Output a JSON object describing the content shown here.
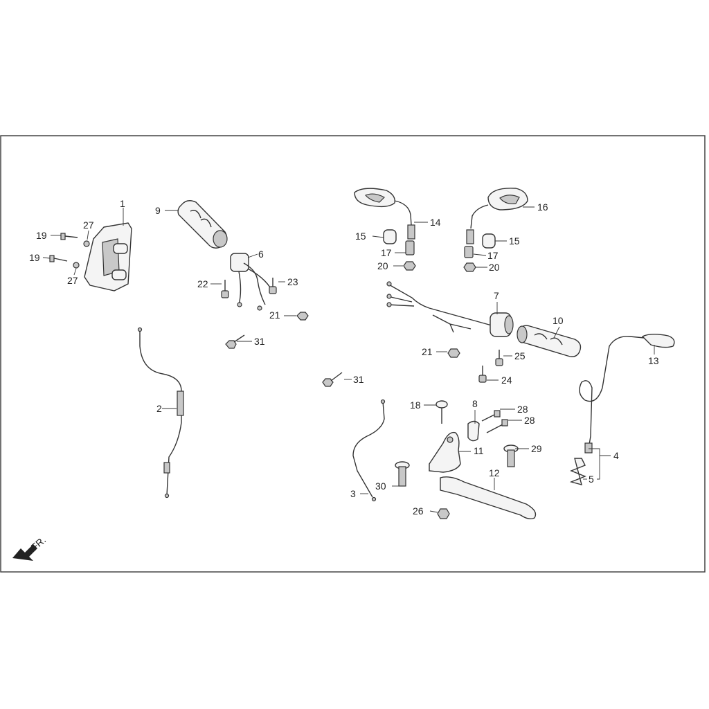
{
  "diagram": {
    "direction_label": "FR.",
    "callouts": [
      "1",
      "2",
      "3",
      "4",
      "5",
      "6",
      "7",
      "8",
      "9",
      "10",
      "11",
      "12",
      "13",
      "14",
      "15",
      "15",
      "16",
      "17",
      "17",
      "18",
      "19",
      "19",
      "20",
      "20",
      "21",
      "21",
      "22",
      "23",
      "24",
      "25",
      "26",
      "27",
      "27",
      "28",
      "28",
      "29",
      "30",
      "31",
      "31"
    ]
  }
}
